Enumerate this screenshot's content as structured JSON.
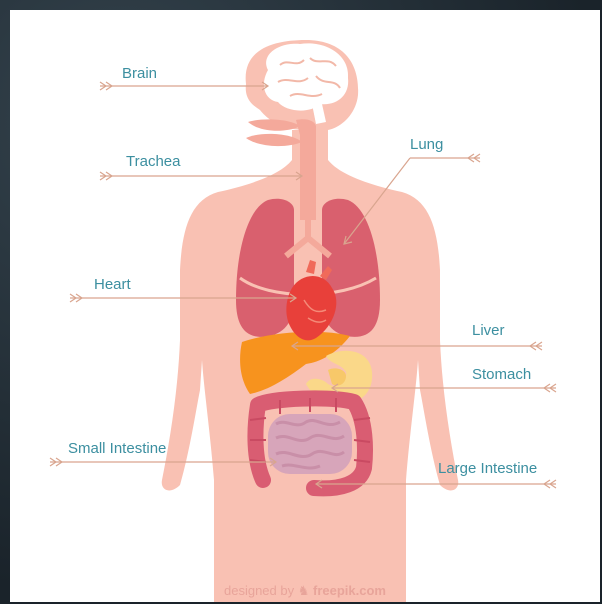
{
  "labels": {
    "brain": "Brain",
    "trachea": "Trachea",
    "lung": "Lung",
    "heart": "Heart",
    "liver": "Liver",
    "stomach": "Stomach",
    "small_intestine": "Small Intestine",
    "large_intestine": "Large Intestine"
  },
  "footer": {
    "prefix": "designed by",
    "brand": "freepik.com"
  },
  "colors": {
    "body": "#f9c1b3",
    "lungs": "#d9606e",
    "heart": "#e8403a",
    "liver": "#f7931e",
    "stomach": "#fad889",
    "small_intestine": "#d7a5ba",
    "large_intestine": "#d95d72",
    "brain": "#ffffff",
    "pointer": "#d9a58f",
    "label": "#3c8fa0"
  }
}
